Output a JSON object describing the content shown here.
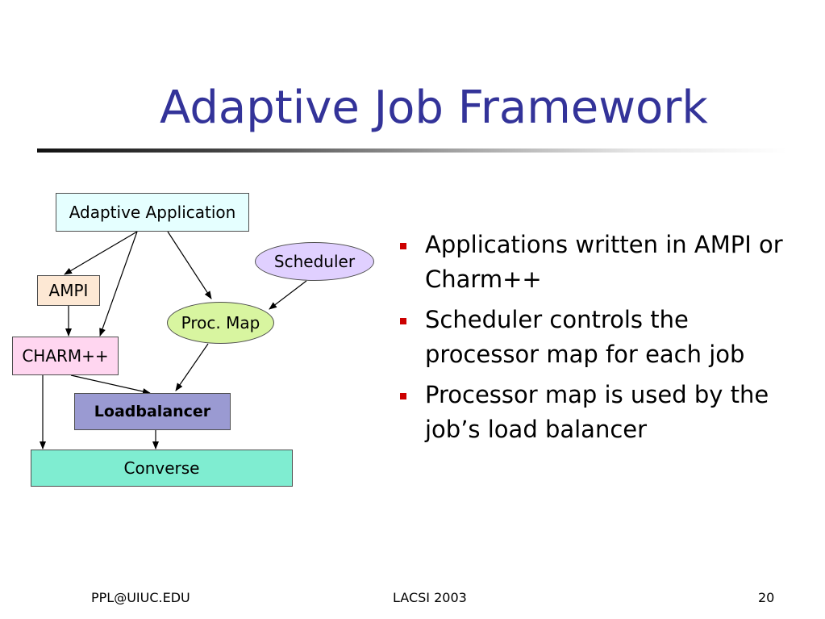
{
  "slide": {
    "title": "Adaptive Job Framework"
  },
  "diagram": {
    "nodes": {
      "adaptive_application": "Adaptive Application",
      "scheduler": "Scheduler",
      "ampi": "AMPI",
      "proc_map": "Proc. Map",
      "charm": "CHARM++",
      "loadbalancer": "Loadbalancer",
      "converse": "Converse"
    },
    "colors": {
      "adaptive_application": "#e5ffff",
      "scheduler": "#e0d0ff",
      "ampi": "#fde8d4",
      "proc_map": "#d8f5a0",
      "charm": "#ffd6f0",
      "loadbalancer": "#9a9ad2",
      "converse": "#7fedd1"
    }
  },
  "bullets": [
    "Applications written in AMPI or Charm++",
    "Scheduler controls the processor map for each job",
    "Processor map is used by the job’s load balancer"
  ],
  "footer": {
    "left": "PPL@UIUC.EDU",
    "center": "LACSI 2003",
    "page": "20"
  },
  "theme": {
    "title_color": "#333399",
    "bullet_color": "#cc0000"
  }
}
